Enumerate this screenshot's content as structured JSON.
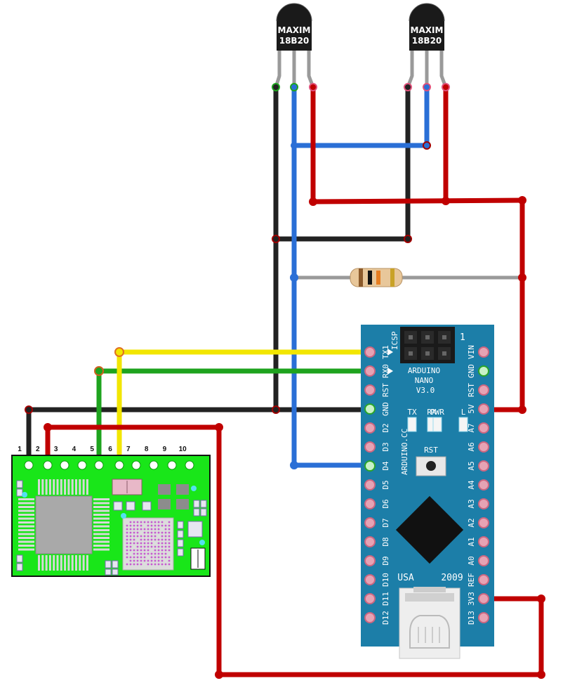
{
  "sensors": [
    {
      "brand": "MAXIM",
      "model": "18B20"
    },
    {
      "brand": "MAXIM",
      "model": "18B20"
    }
  ],
  "arduino": {
    "name_line1": "ARDUINO",
    "name_line2": "NANO",
    "version": "V3.0",
    "icsp": "ICSP",
    "icsp_pin": "1",
    "brand_vertical": "ARDUINO.CC",
    "rst_button": "RST",
    "origin": "USA",
    "year": "2009",
    "leds": [
      "TX",
      "RX",
      "PWR",
      "L"
    ],
    "left_pins": [
      "TX1",
      "RX0",
      "RST",
      "GND",
      "D2",
      "D3",
      "D4",
      "D5",
      "D6",
      "D7",
      "D8",
      "D9",
      "D10",
      "D11",
      "D12"
    ],
    "right_pins": [
      "VIN",
      "GND",
      "RST",
      "5V",
      "A7",
      "A6",
      "A5",
      "A4",
      "A3",
      "A2",
      "A1",
      "A0",
      "REF",
      "3V3",
      "D13"
    ]
  },
  "module": {
    "pin_numbers": [
      "1",
      "2",
      "3",
      "4",
      "5",
      "6",
      "7",
      "8",
      "9",
      "10"
    ]
  },
  "colors": {
    "wire_red": "#c00000",
    "wire_black": "#222222",
    "wire_blue": "#2a6fd6",
    "wire_green": "#1ea31e",
    "wire_yellow": "#f2e600",
    "wire_gray": "#9a9a9a",
    "board_blue": "#1c7ea8",
    "module_green": "#19e619",
    "sensor_body": "#1a1a1a"
  }
}
